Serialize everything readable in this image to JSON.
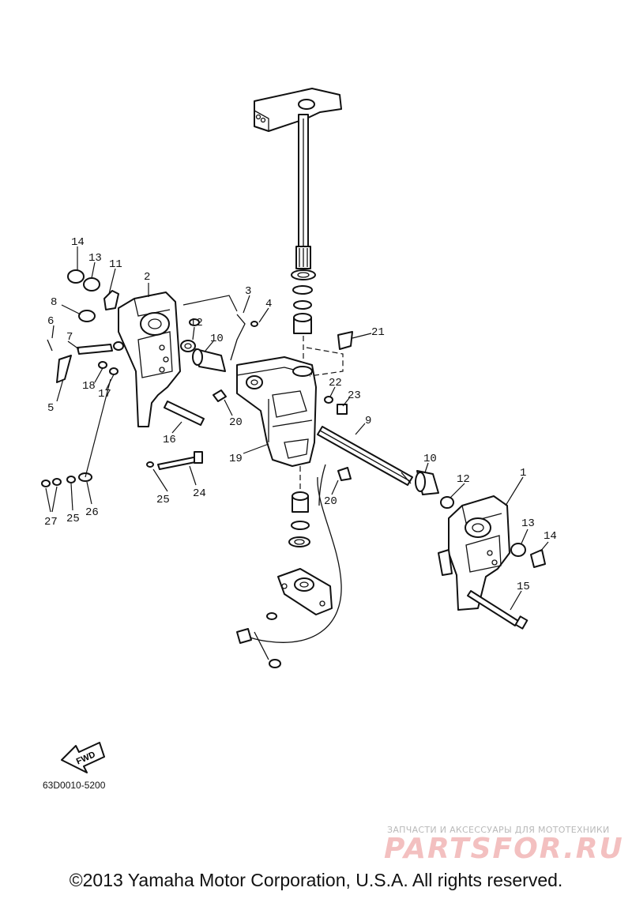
{
  "callouts": [
    "1",
    "2",
    "3",
    "4",
    "5",
    "6",
    "7",
    "8",
    "9",
    "10",
    "10",
    "11",
    "12",
    "12",
    "13",
    "13",
    "14",
    "14",
    "15",
    "16",
    "17",
    "18",
    "19",
    "20",
    "20",
    "21",
    "22",
    "23",
    "24",
    "25",
    "25",
    "26",
    "27"
  ],
  "fwd_label": "FWD",
  "drawing_code": "63D0010-5200",
  "watermark": {
    "tagline": "ЗАПЧАСТИ И АКСЕССУАРЫ ДЛЯ МОТОТЕХНИКИ",
    "logo": "PARTSFOR.RU"
  },
  "copyright": "©2013 Yamaha Motor Corporation, U.S.A. All rights reserved."
}
